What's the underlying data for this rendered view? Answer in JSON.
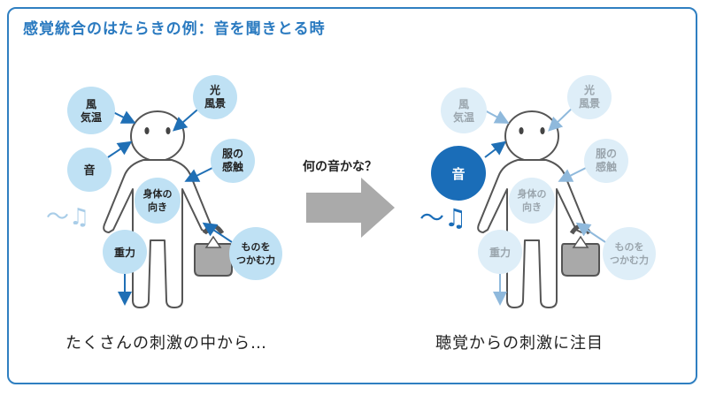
{
  "title": "感覚統合のはたらきの例：音を聞きとる時",
  "middle_label": "何の音かな？",
  "left_caption": "たくさんの刺激の中から…",
  "right_caption": "聴覚からの刺激に注目",
  "stimuli": {
    "wind_line1": "風",
    "wind_line2": "気温",
    "light_line1": "光",
    "light_line2": "風景",
    "sound": "音",
    "clothes_line1": "服の",
    "clothes_line2": "感触",
    "body_line1": "身体の",
    "body_line2": "向き",
    "gravity": "重力",
    "grip_line1": "ものを",
    "grip_line2": "つかむ力"
  },
  "sound_symbol": "〜♫",
  "colors": {
    "accent": "#2a7ac0",
    "bubble": "#bfe1f4",
    "bubble_faded": "#deeef8",
    "sound_active": "#1a6db8",
    "arrow_gray": "#aaaaaa"
  }
}
